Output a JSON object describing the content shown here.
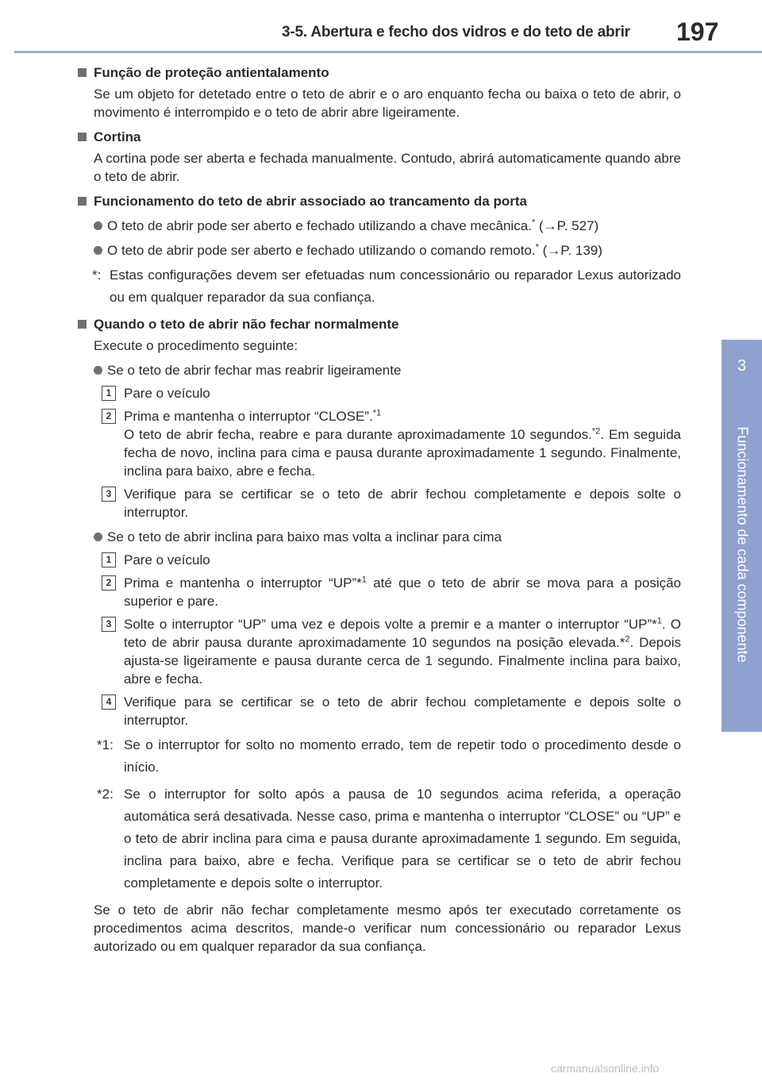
{
  "header": {
    "title": "3-5. Abertura e fecho dos vidros e do teto de abrir",
    "page_number": "197"
  },
  "side_tab": {
    "chapter_number": "3",
    "chapter_title": "Funcionamento de cada componente"
  },
  "sections": {
    "s1": {
      "heading": "Função de proteção antientalamento",
      "text": "Se um objeto for detetado entre o teto de abrir e o aro enquanto fecha ou baixa o teto de abrir, o movimento é interrompido e o teto de abrir abre ligeiramente."
    },
    "s2": {
      "heading": "Cortina",
      "text": "A cortina pode ser aberta e fechada manualmente. Contudo, abrirá automaticamente quando abre o teto de abrir."
    },
    "s3": {
      "heading": "Funcionamento do teto de abrir associado ao trancamento da porta",
      "b1_text": "O teto de abrir pode ser aberto e fechado utilizando a chave mecânica.",
      "b1_mark": "*",
      "b1_ref": "(→P. 527)",
      "b2_text": "O teto de abrir pode ser aberto e fechado utilizando o comando remoto.",
      "b2_mark": "*",
      "b2_ref": "(→P. 139)",
      "note_mark": "*:",
      "note_text": "Estas configurações devem ser efetuadas num concessionário ou reparador Lexus autorizado ou em qualquer reparador da sua confiança."
    },
    "s4": {
      "heading": "Quando o teto de abrir não fechar normalmente",
      "intro": "Execute o procedimento seguinte:",
      "b1": "Se o teto de abrir fechar mas reabrir ligeiramente",
      "b1_steps": {
        "n1": "1",
        "s1": "Pare o veículo",
        "n2": "2",
        "s2a": "Prima e mantenha o interruptor “CLOSE”.",
        "s2a_sup": "*1",
        "s2b": "O teto de abrir fecha, reabre e para durante aproximadamente 10 segundos.",
        "s2b_sup": "*2",
        "s2c": ". Em seguida fecha de novo, inclina para cima e pausa durante aproximadamente 1 segundo. Finalmente, inclina para baixo, abre e fecha.",
        "n3": "3",
        "s3": "Verifique para se certificar se o teto de abrir fechou completamente e depois solte o interruptor."
      },
      "b2": "Se o teto de abrir inclina para baixo mas volta a inclinar para cima",
      "b2_steps": {
        "n1": "1",
        "s1": "Pare o veículo",
        "n2": "2",
        "s2a": "Prima e mantenha o interruptor “UP”*",
        "s2a_sup": "1",
        "s2b": " até que o teto de abrir se mova para a posição superior e pare.",
        "n3": "3",
        "s3a": "Solte o interruptor “UP” uma vez e depois volte a premir e a manter o interruptor “UP”*",
        "s3a_sup": "1",
        "s3b": ". O teto de abrir pausa durante aproximadamente 10 segundos na posição elevada.*",
        "s3b_sup": "2",
        "s3c": ". Depois ajusta-se ligeiramente e pausa durante cerca de 1 segundo. Finalmente inclina para baixo, abre e fecha.",
        "n4": "4",
        "s4": "Verifique para se certificar se o teto de abrir fechou completamente e depois solte o interruptor."
      },
      "fn1_mark": "*1:",
      "fn1": "Se o interruptor for solto no momento errado, tem de repetir todo o procedimento desde o início.",
      "fn2_mark": "*2:",
      "fn2": "Se o interruptor for solto após a pausa de 10 segundos acima referida, a operação automática será desativada. Nesse caso, prima e mantenha o interruptor “CLOSE” ou “UP” e o teto de abrir inclina para cima e pausa durante aproximadamente 1 segundo. Em seguida, inclina para baixo, abre e fecha. Verifique para se certificar se o teto de abrir fechou completamente e depois solte o interruptor.",
      "final": "Se o teto de abrir não fechar completamente mesmo após ter executado corretamente os procedimentos acima descritos, mande-o verificar num concessionário ou reparador Lexus autorizado ou em qualquer reparador da sua confiança."
    }
  },
  "watermark": "carmanualsonline.info"
}
